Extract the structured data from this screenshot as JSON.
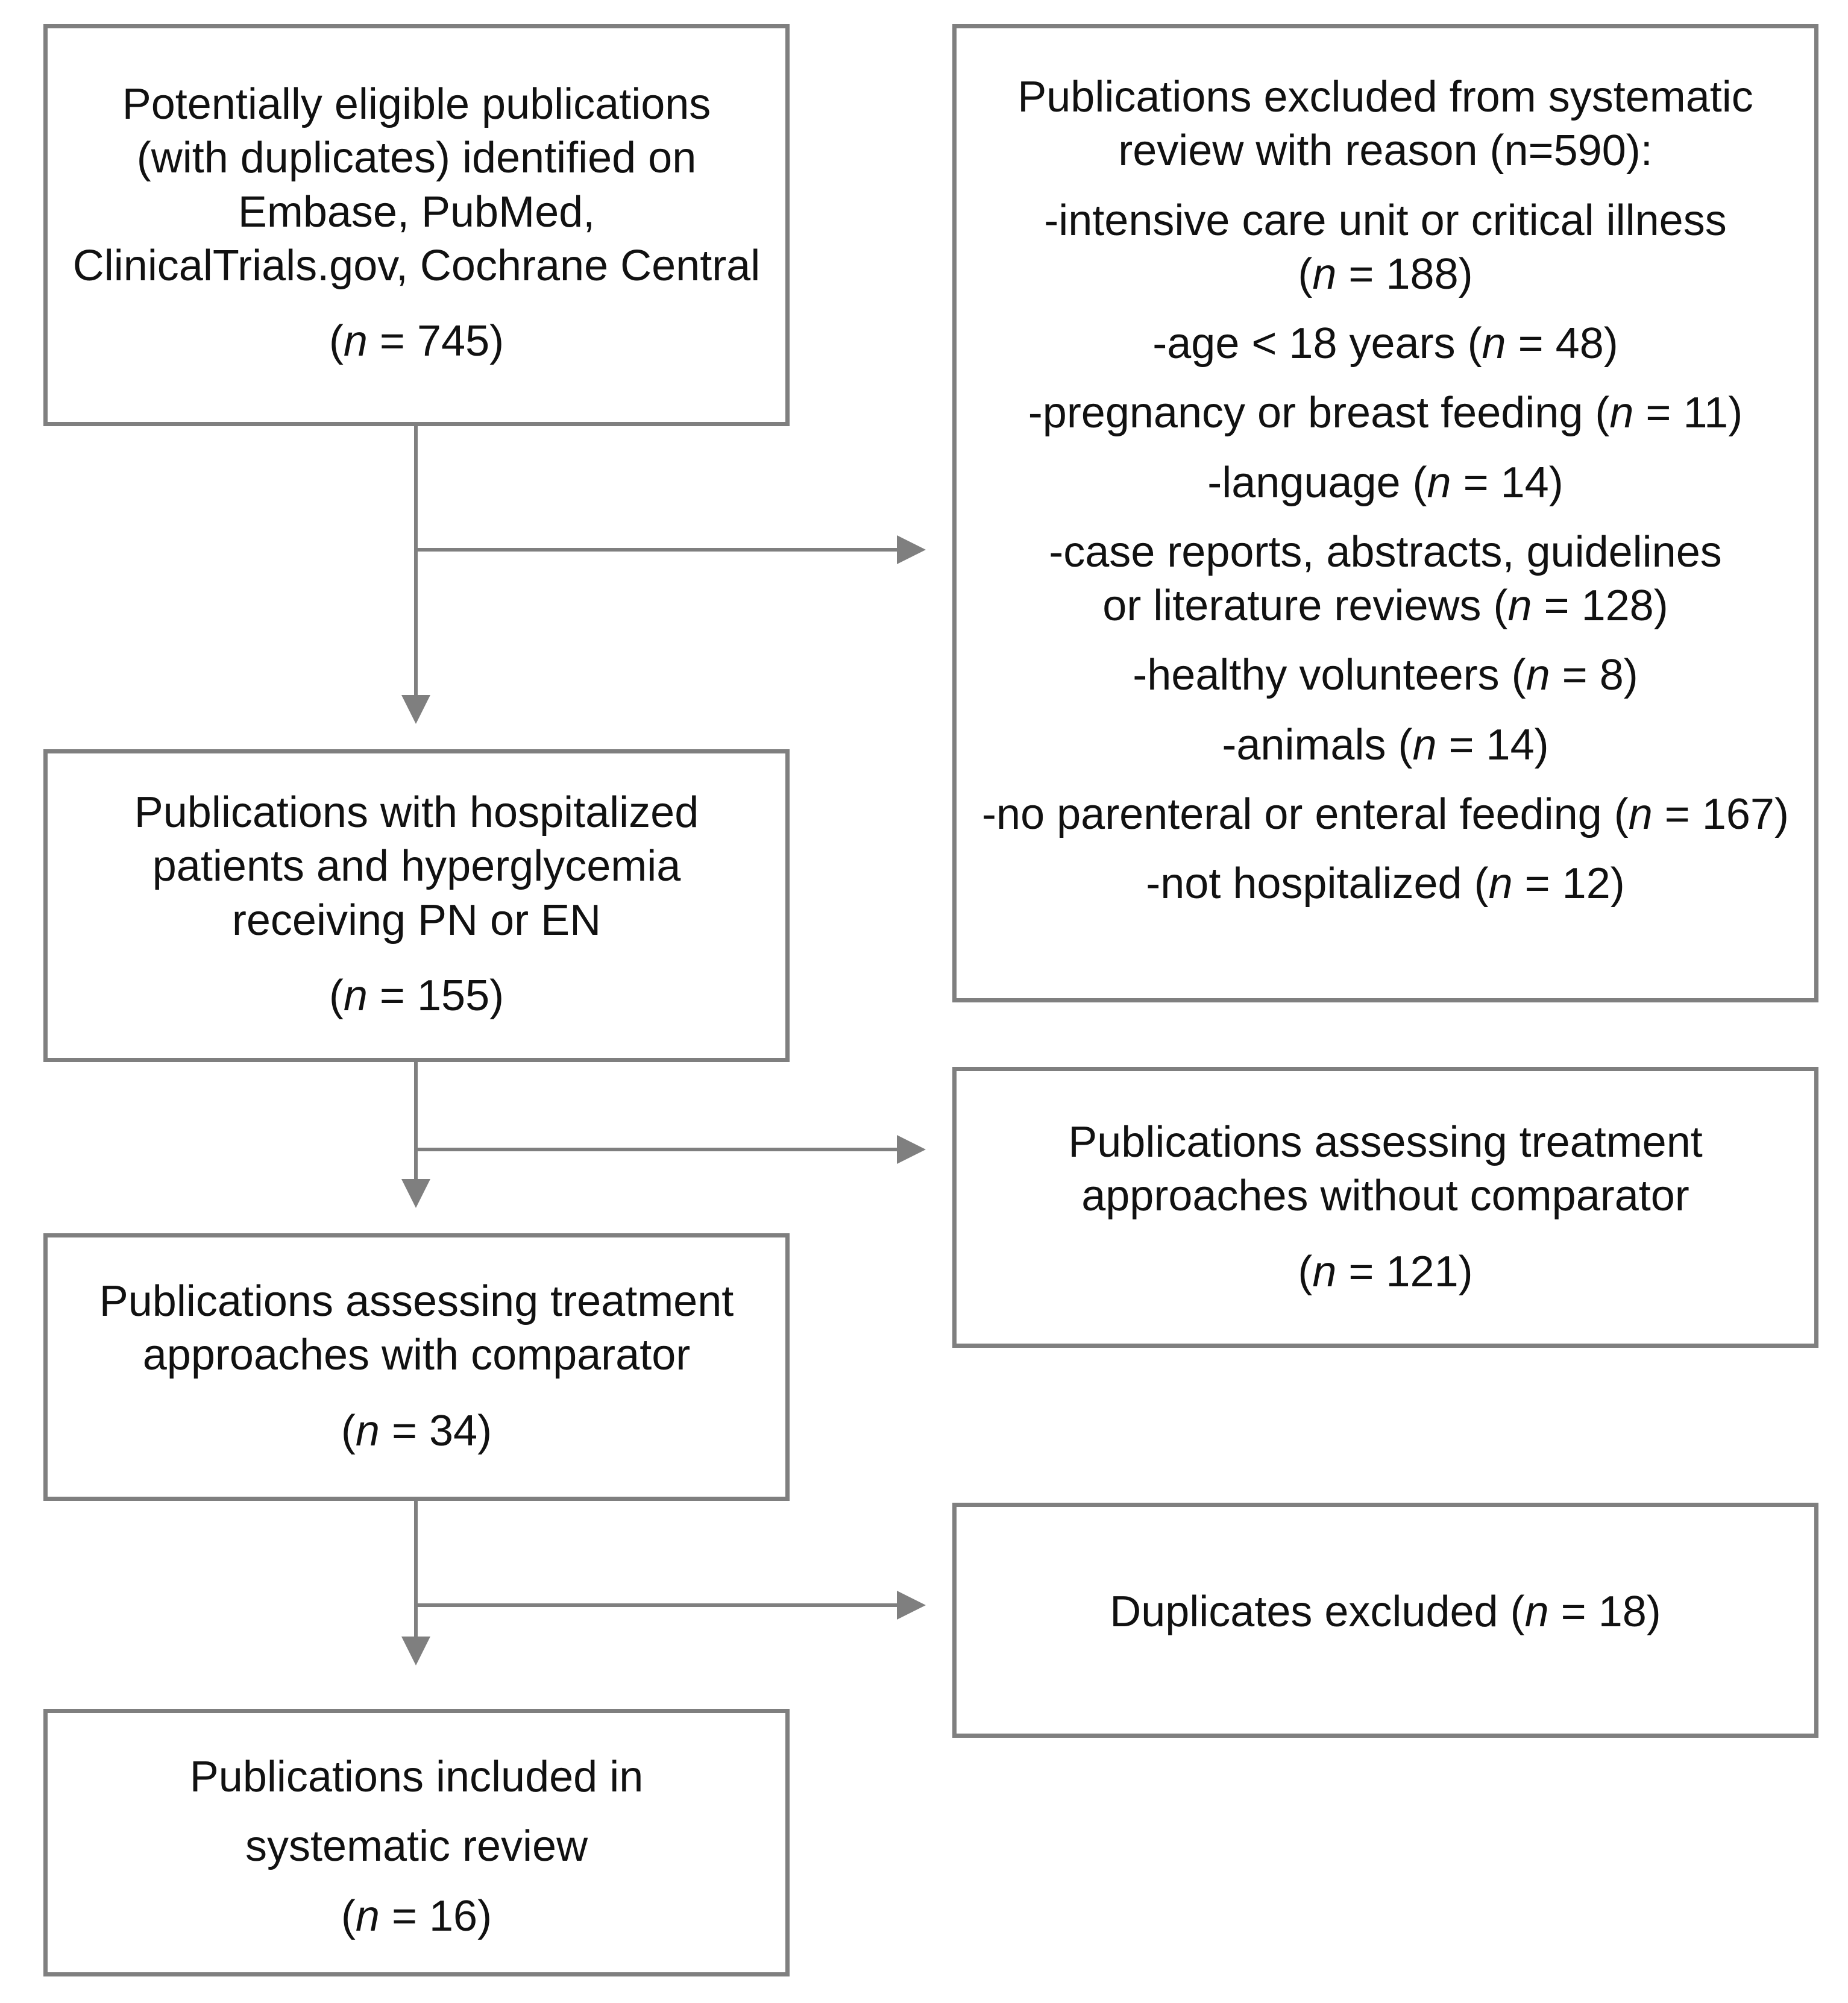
{
  "boxes": {
    "identified": {
      "lines": [
        "Potentially eligible publications",
        "(with duplicates) identified on",
        "Embase, PubMed,",
        "ClinicalTrials.gov, Cochrane Central"
      ],
      "n": "745"
    },
    "hospitalized": {
      "lines": [
        "Publications with hospitalized",
        "patients and hyperglycemia",
        "receiving PN or EN"
      ],
      "n": "155"
    },
    "with_comparator": {
      "lines": [
        "Publications assessing treatment",
        "approaches with comparator"
      ],
      "n": "34"
    },
    "included": {
      "lines": [
        "Publications included in",
        "systematic review"
      ],
      "n": "16"
    },
    "excluded": {
      "title_lines": [
        "Publications excluded from systematic",
        "review with reason (n=590):"
      ],
      "reasons": [
        {
          "lines": [
            "-intensive care unit or critical illness"
          ],
          "n": "188"
        },
        {
          "lines": [
            "-age < 18 years"
          ],
          "n": "48"
        },
        {
          "lines": [
            "-pregnancy or breast feeding"
          ],
          "n": "11"
        },
        {
          "lines": [
            "-language"
          ],
          "n": "14"
        },
        {
          "lines": [
            "-case reports, abstracts, guidelines",
            "or literature reviews"
          ],
          "n": "128"
        },
        {
          "lines": [
            "-healthy volunteers"
          ],
          "n": "8"
        },
        {
          "lines": [
            "-animals"
          ],
          "n": "14"
        },
        {
          "lines": [
            "-no parenteral or enteral feeding"
          ],
          "n": "167"
        },
        {
          "lines": [
            "-not hospitalized"
          ],
          "n": "12"
        }
      ]
    },
    "without_comparator": {
      "lines": [
        "Publications assessing treatment",
        "approaches without comparator"
      ],
      "n": "121"
    },
    "duplicates": {
      "lines": [
        "Duplicates excluded"
      ],
      "n": "18"
    }
  },
  "n_symbol": "n",
  "colors": {
    "border": "#7f7f7f",
    "arrow": "#7f7f7f",
    "text": "#111111",
    "background": "#ffffff"
  }
}
